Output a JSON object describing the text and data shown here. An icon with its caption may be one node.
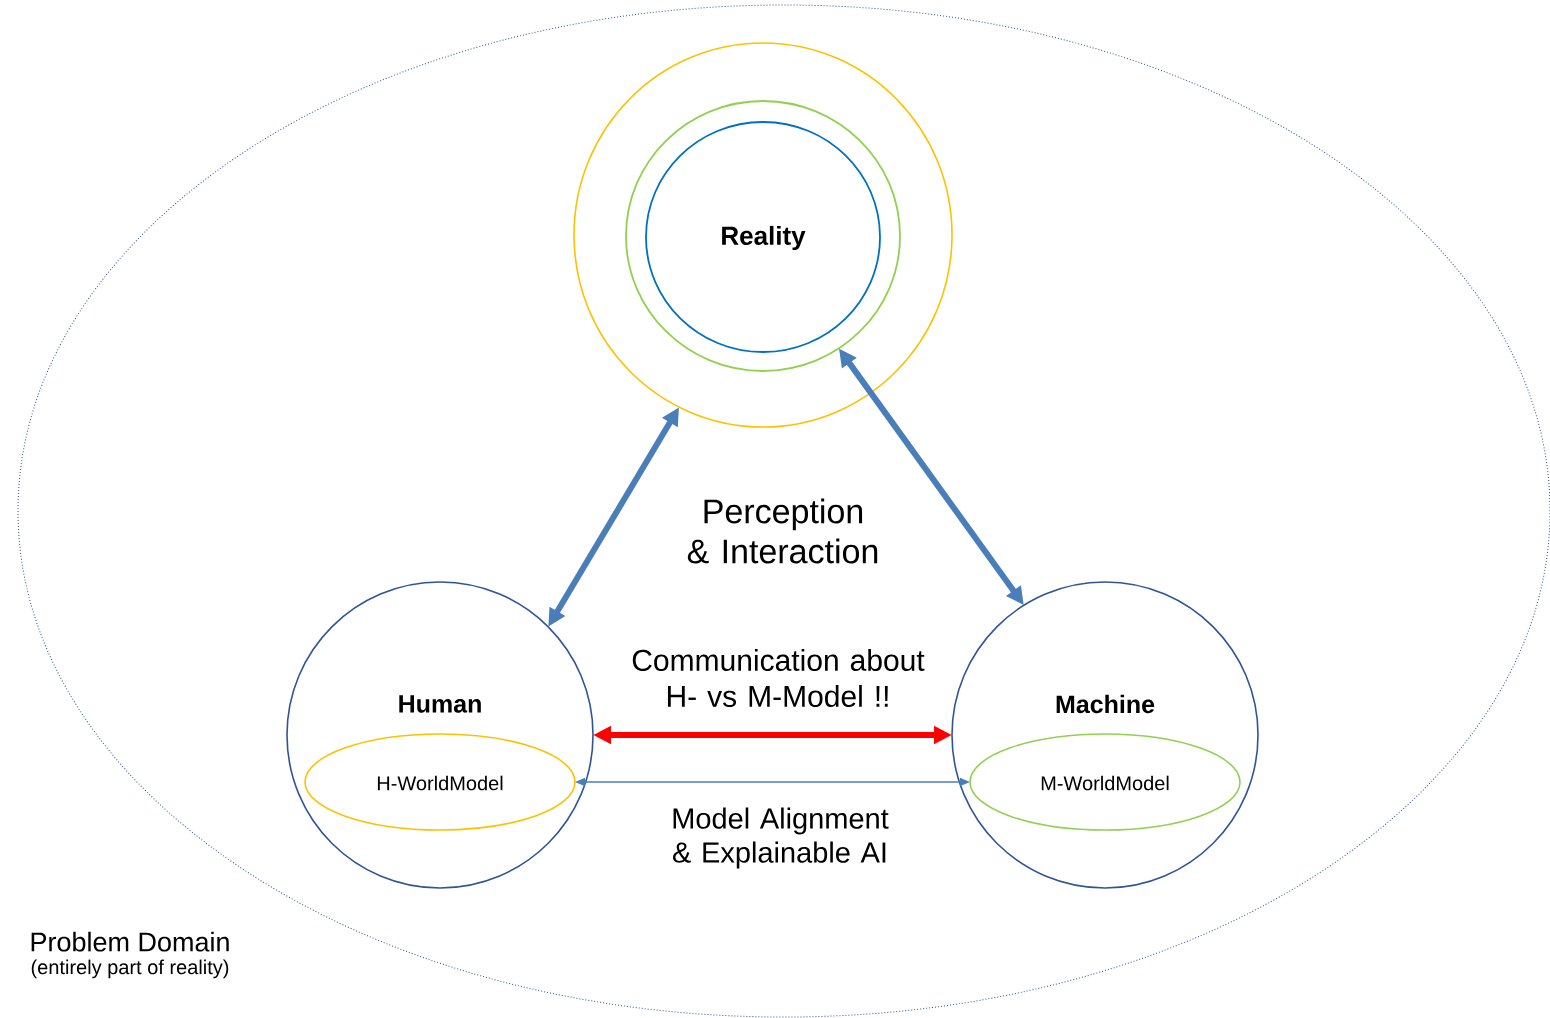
{
  "diagram": {
    "nodes": [
      {
        "text": [
          "Problem Domain",
          "(entirely part of reality)"
        ]
      },
      {
        "text": [],
        "shape": "circle",
        "in": 0
      },
      {
        "text": [],
        "shape": "circle",
        "in": 1
      },
      {
        "text": [
          "Reality"
        ],
        "in": 2
      },
      {
        "text": [
          "Human"
        ],
        "in": 0
      },
      {
        "text": [
          "H-WorldModel"
        ],
        "in": 4
      },
      {
        "text": [
          "Machine"
        ],
        "in": 0
      },
      {
        "text": [
          "M-WorldModel"
        ],
        "in": 6
      }
    ],
    "edges": [
      {
        "from": 4,
        "to": 1,
        "arrow": "both"
      },
      {
        "from": 6,
        "to": 2,
        "arrow": "both"
      },
      {
        "from": 4,
        "to": 6,
        "arrow": "both",
        "color": "#ff0000",
        "label": "Communication about H- vs M-Model !!"
      },
      {
        "from": 5,
        "to": 7,
        "arrow": "both",
        "label": "Model Alignment & Explainable AI"
      }
    ],
    "labels": [
      "Perception & Interaction"
    ]
  }
}
